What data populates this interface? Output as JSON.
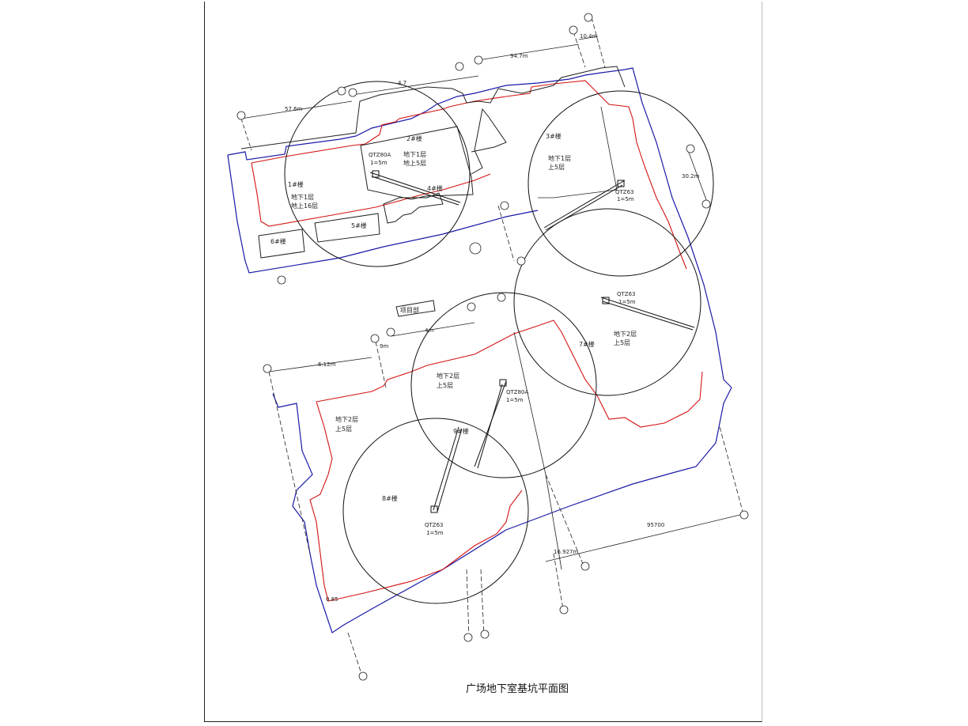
{
  "page": {
    "caption": "广场地下室基坑平面图"
  },
  "colors": {
    "building_outline": "#d41414",
    "pit_boundary": "#1a1aa8",
    "crane_radius": "#111111",
    "axis": "#222222"
  },
  "buildings": [
    {
      "id": "b1",
      "name": "1#楼",
      "floors": [
        "地下1层",
        "地上16层"
      ]
    },
    {
      "id": "b2",
      "name": "2#楼",
      "floors": [
        "地下1层",
        "地上5层"
      ]
    },
    {
      "id": "b3",
      "name": "3#楼",
      "floors": [
        "地下1层",
        "上5层"
      ]
    },
    {
      "id": "b4",
      "name": "4#楼",
      "floors": []
    },
    {
      "id": "b5",
      "name": "5#楼",
      "floors": []
    },
    {
      "id": "b6",
      "name": "6#楼",
      "floors": []
    },
    {
      "id": "b7",
      "name": "7#楼",
      "floors": [
        "地下2层",
        "上5层"
      ]
    },
    {
      "id": "b8",
      "name": "8#楼",
      "floors": []
    },
    {
      "id": "b9",
      "name": "9#楼",
      "floors": []
    },
    {
      "id": "b10",
      "name": "",
      "floors": [
        "地下2层",
        "上5层"
      ]
    },
    {
      "id": "b11",
      "name": "",
      "floors": [
        "地下2层",
        "上5层"
      ]
    }
  ],
  "cranes": [
    {
      "id": "c1",
      "model": "QTZ80A",
      "height": "1=5m"
    },
    {
      "id": "c2",
      "model": "QTZ63",
      "height": "1=5m"
    },
    {
      "id": "c3",
      "model": "QTZ63",
      "height": "1=5m"
    },
    {
      "id": "c4",
      "model": "QTZ80A",
      "height": "1=5m"
    },
    {
      "id": "c5",
      "model": "QTZ63",
      "height": "1=5m"
    }
  ],
  "dimensions": {
    "d1": "57.6m",
    "d2": "94.7m",
    "d3": "10.4m",
    "d4": "4.7",
    "d5": "30.2m",
    "d6": "6.12m",
    "d7": "9m",
    "d8": "4m",
    "d9": "16.927m",
    "d10": "95700",
    "d11": "0.85"
  },
  "misc": {
    "office": "项目部"
  }
}
